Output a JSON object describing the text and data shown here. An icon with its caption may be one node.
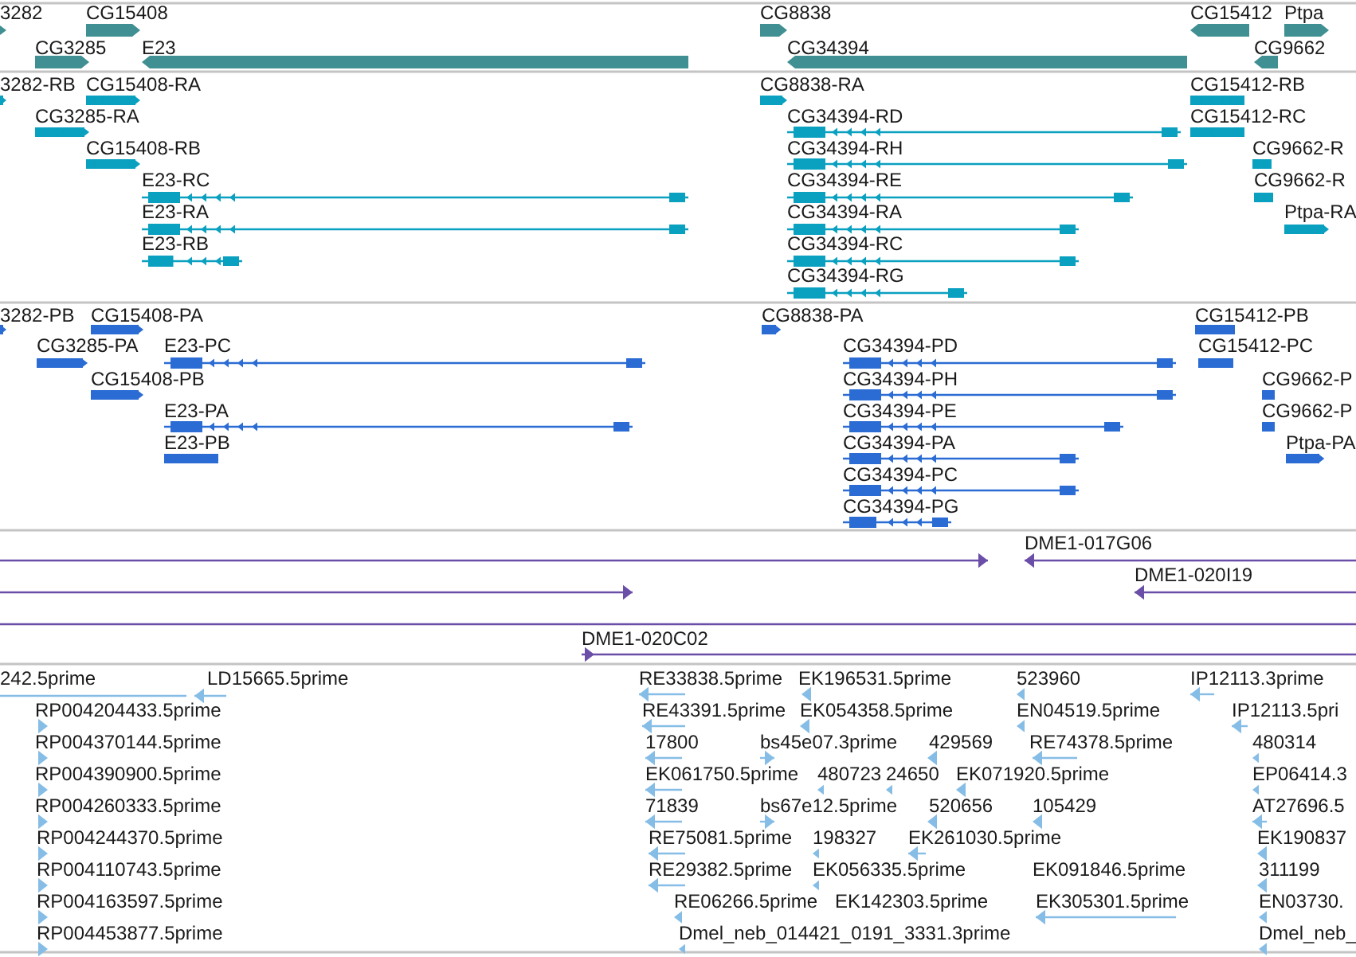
{
  "diagram": {
    "labels": [
      "3282",
      "CG15408",
      "CG8838",
      "CG15412",
      "Ptpa",
      "CG3285",
      "E23",
      "CG34394",
      "CG9662",
      "3282-RB",
      "CG15408-RA",
      "CG8838-RA",
      "CG15412-RB",
      "CG3285-RA",
      "CG34394-RD",
      "CG15412-RC",
      "CG15408-RB",
      "CG34394-RH",
      "CG9662-R",
      "E23-RC",
      "CG34394-RE",
      "CG9662-R",
      "E23-RA",
      "CG34394-RA",
      "Ptpa-RA",
      "E23-RB",
      "CG34394-RC",
      "CG34394-RG",
      "3282-PB",
      "CG15408-PA",
      "CG8838-PA",
      "CG15412-PB",
      "CG3285-PA",
      "E23-PC",
      "CG34394-PD",
      "CG15412-PC",
      "CG15408-PB",
      "CG34394-PH",
      "CG9662-P",
      "E23-PA",
      "CG34394-PE",
      "CG9662-P",
      "E23-PB",
      "CG34394-PA",
      "Ptpa-PA",
      "CG34394-PC",
      "CG34394-PG",
      "DME1-017G06",
      "DME1-020I19",
      "DME1-020C02",
      "242.5prime",
      "LD15665.5prime",
      "RE33838.5prime",
      "EK196531.5prime",
      "523960",
      "IP12113.3prime",
      "RP004204433.5prime",
      "RE43391.5prime",
      "EK054358.5prime",
      "EN04519.5prime",
      "IP12113.5pri",
      "RP004370144.5prime",
      "17800",
      "bs45e07.3prime",
      "429569",
      "RE74378.5prime",
      "480314",
      "RP004390900.5prime",
      "EK061750.5prime",
      "480723",
      "24650",
      "EK071920.5prime",
      "EP06414.3",
      "RP004260333.5prime",
      "71839",
      "bs67e12.5prime",
      "520656",
      "105429",
      "AT27696.5",
      "RP004244370.5prime",
      "RE75081.5prime",
      "198327",
      "EK261030.5prime",
      "EK190837",
      "RP004110743.5prime",
      "RE29382.5prime",
      "EK056335.5prime",
      "EK091846.5prime",
      "311199",
      "RP004163597.5prime",
      "RE06266.5prime",
      "EK142303.5prime",
      "EK305301.5prime",
      "EN03730.",
      "RP004453877.5prime",
      "Dmel_neb_014421_0191_3331.3prime",
      "Dmel_neb_"
    ]
  }
}
